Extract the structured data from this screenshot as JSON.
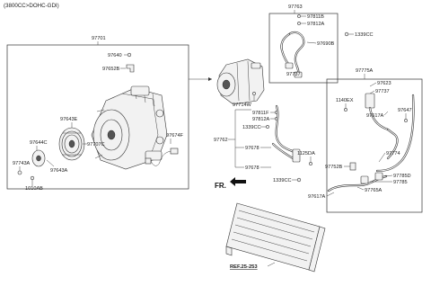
{
  "header": {
    "engine_variant": "(3800CC>DOHC-GDI)"
  },
  "labels": {
    "compressor_assy": "97701",
    "compressor_box_part_97640": "97640",
    "compressor_box_part_97652b": "97652B",
    "clutch_part_97643e": "97643E",
    "clutch_part_97644c": "97644C",
    "clutch_part_97643a": "97643A",
    "clutch_part_97707c": "97707C",
    "compressor_wire_97674f": "97674F",
    "bolt_97743a": "97743A",
    "bolt_1010ab": "1010AB",
    "discharge_hose_assy": "97763",
    "hose_part_97811b": "97811B",
    "hose_part_97812a_top": "97812A",
    "hose_part_97690b": "97690B",
    "hose_part_97737_top": "97737",
    "clip_1339cc_top": "1339CC",
    "bolt_97714w": "97714W",
    "pipe_assy_97762": "97762",
    "pipe_part_97811f": "97811F",
    "pipe_part_97812a_mid": "97812A",
    "clip_1339cc_mid": "1339CC",
    "pipe_part_97678_upper": "97678",
    "pipe_part_97678_lower": "97678",
    "bolt_1125da": "1125DA",
    "clip_1339cc_low": "1339CC",
    "liquid_pipe_assy": "97775A",
    "pipe_part_97623": "97623",
    "bolt_1140ex": "1140EX",
    "pipe_part_97737_right": "97737",
    "pipe_part_97617a_upper": "97617A",
    "pipe_part_97647": "97647",
    "pipe_part_97774": "97774",
    "pipe_part_97752b": "97752B",
    "pipe_part_97785d": "97785D",
    "pipe_part_97785": "97785",
    "pipe_part_97765a": "97765A",
    "pipe_part_97617a_lower": "97617A",
    "front_direction": "FR.",
    "condenser_reference": "REF.25-253"
  },
  "colors": {
    "line": "#333333",
    "text": "#222222",
    "background": "#ffffff"
  },
  "icons": [
    "front-direction-arrow-icon"
  ]
}
